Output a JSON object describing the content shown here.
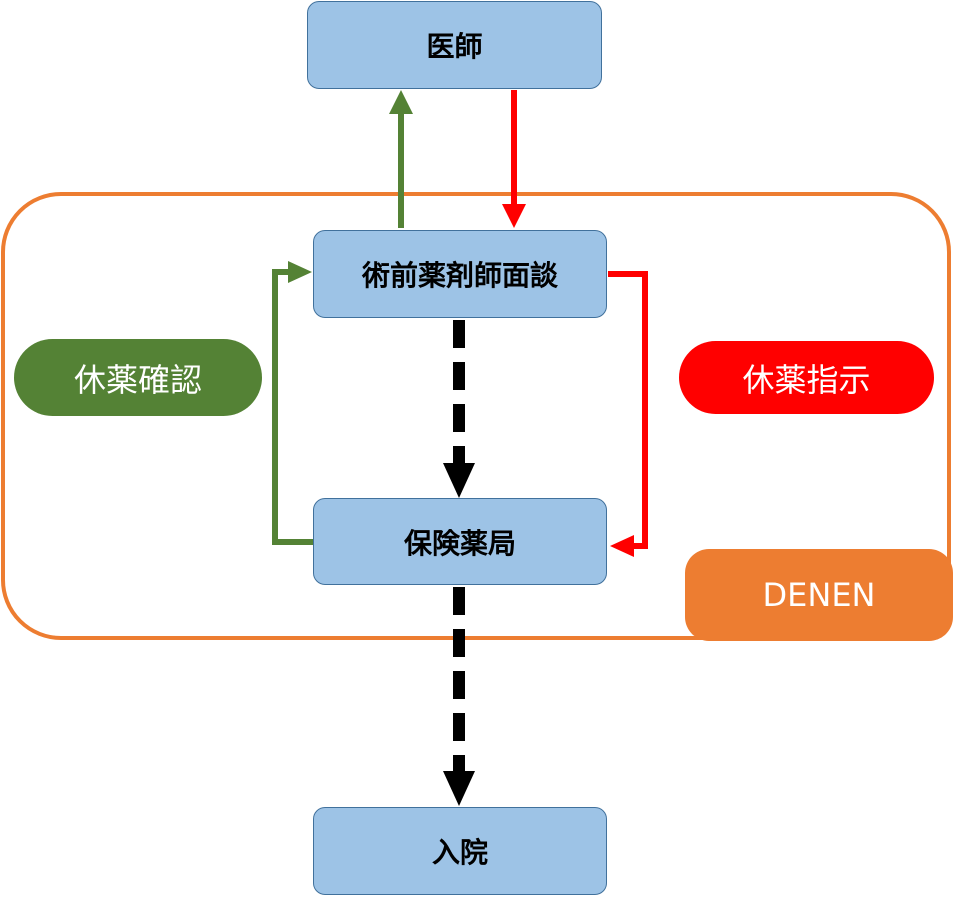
{
  "nodes": {
    "doctor": "医師",
    "interview": "術前薬剤師面談",
    "pharmacy": "保険薬局",
    "admission": "入院"
  },
  "labels": {
    "confirm": "休薬確認",
    "instruct": "休薬指示",
    "group": "DENEN"
  },
  "colors": {
    "node_fill": "#9dc3e6",
    "node_border": "#41719c",
    "green": "#548235",
    "red": "#ff0000",
    "orange": "#ed7d31",
    "black": "#000000"
  }
}
